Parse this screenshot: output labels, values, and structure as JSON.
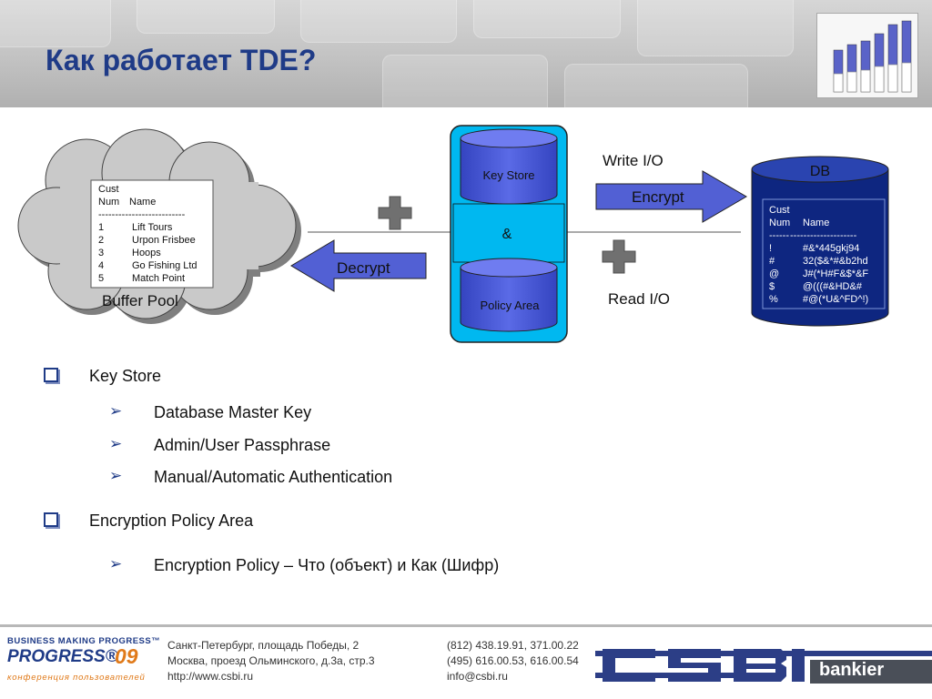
{
  "title": "Как работает TDE?",
  "diagram": {
    "buffer_pool": {
      "label": "Buffer Pool",
      "table": {
        "header1": "Cust",
        "header2": [
          "Num",
          "Name"
        ],
        "separator": [
          "------",
          "--------------------"
        ],
        "rows": [
          [
            "1",
            "Lift Tours"
          ],
          [
            "2",
            "Urpon Frisbee"
          ],
          [
            "3",
            "Hoops"
          ],
          [
            "4",
            "Go Fishing Ltd"
          ],
          [
            "5",
            "Match Point"
          ]
        ]
      }
    },
    "center": {
      "key_store": "Key Store",
      "ampersand": "&",
      "policy_area": "Policy Area"
    },
    "write_io": "Write I/O",
    "read_io": "Read I/O",
    "encrypt": "Encrypt",
    "decrypt": "Decrypt",
    "db": {
      "label": "DB",
      "table": {
        "header1": "Cust",
        "header2": [
          "Num",
          "Name"
        ],
        "separator": [
          "------",
          "--------------------"
        ],
        "rows": [
          [
            "!",
            "#&*445gkj94"
          ],
          [
            "#",
            "32($&*#&b2hd"
          ],
          [
            "@",
            "J#(*H#F&$*&F"
          ],
          [
            "$",
            "@(((#&HD&#"
          ],
          [
            "%",
            "#@(*U&^FD^!)"
          ]
        ]
      }
    },
    "colors": {
      "center_fill": "#00b8f0",
      "cylinder_fill": "#4a5bd6",
      "db_fill": "#0e2680",
      "arrow_fill": "#4a5bd6",
      "cloud_fill": "#c9c9c9",
      "plus_fill": "#707070"
    }
  },
  "bullets": [
    {
      "text": "Key Store",
      "sub": [
        "Database Master Key",
        "Admin/User Passphrase",
        "Manual/Automatic Authentication"
      ]
    },
    {
      "text": "Encryption Policy Area",
      "sub": [
        "Encryption Policy – Что (объект) и Как (Шифр)"
      ]
    }
  ],
  "footer": {
    "brand_tagline": "BUSINESS MAKING PROGRESS™",
    "brand_name": "PROGRESS®",
    "brand_year": "09",
    "brand_event": "конференция пользователей",
    "address_1": "Санкт-Петербург, площадь Победы, 2",
    "address_2": "Москва, проезд Ольминского, д.3а, стр.3",
    "website": "http://www.csbi.ru",
    "phone_1": "(812) 438.19.91, 371.00.22",
    "phone_2": "(495) 616.00.53, 616.00.54",
    "email": "info@csbi.ru",
    "csbi_logo": "CSBI",
    "bankier": "bankier"
  }
}
